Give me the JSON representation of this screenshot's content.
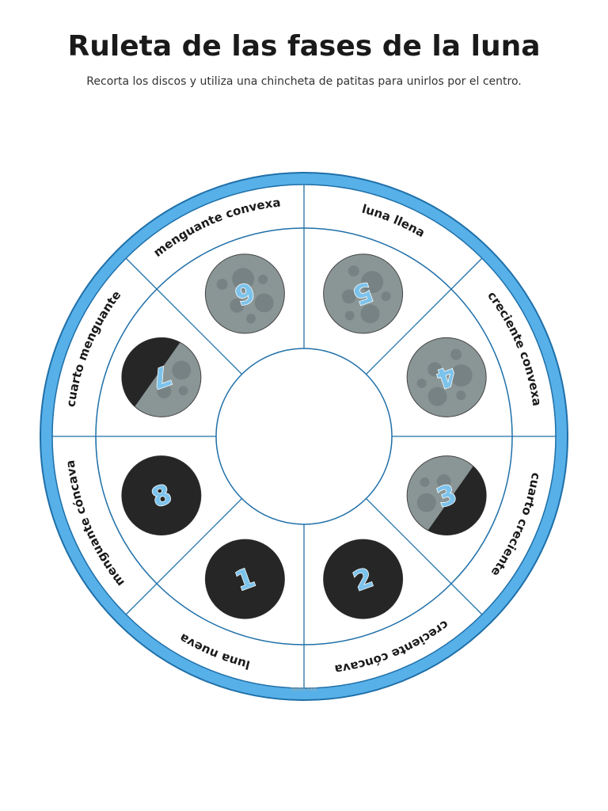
{
  "title": "Ruleta de las fases de la luna",
  "subtitle": "Recorta los discos y utiliza una chincheta de patitas para unirlos por el centro.",
  "watermark": "twinkl.com",
  "colors": {
    "ring_fill": "#57b1e8",
    "line": "#1f6fa8",
    "moon_dark": "#262626",
    "moon_light": "#8a9596",
    "number": "#7cc3ec"
  },
  "phases": [
    {
      "number": "1",
      "label": "luna nueva",
      "lit": "none"
    },
    {
      "number": "2",
      "label": "creciente cóncava",
      "lit": "right-sliver"
    },
    {
      "number": "3",
      "label": "cuarto creciente",
      "lit": "half"
    },
    {
      "number": "4",
      "label": "creciente convexa",
      "lit": "most"
    },
    {
      "number": "5",
      "label": "luna llena",
      "lit": "full"
    },
    {
      "number": "6",
      "label": "menguante convexa",
      "lit": "most"
    },
    {
      "number": "7",
      "label": "cuarto menguante",
      "lit": "half"
    },
    {
      "number": "8",
      "label": "menguante cóncava",
      "lit": "small"
    }
  ]
}
